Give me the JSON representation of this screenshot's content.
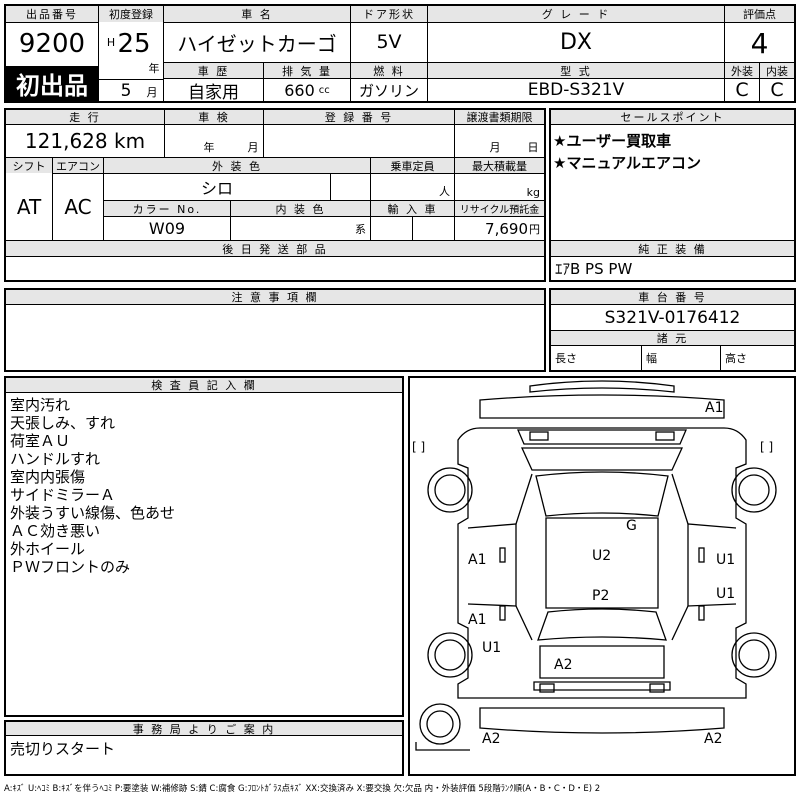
{
  "header": {
    "lot_label": "出品番号",
    "lot_number": "9200",
    "first_listing": "初出品",
    "reg_label": "初度登録",
    "era_letter": "H",
    "reg_year": "25",
    "year_unit": "年",
    "reg_month": "5",
    "month_unit": "月",
    "name_label": "車 名",
    "car_name": "ハイゼットカーゴ",
    "door_label": "ドア形状",
    "door_value": "5V",
    "grade_label": "グ レ ー ド",
    "grade_value": "DX",
    "score_label": "評価点",
    "score_value": "4",
    "history_label": "車 歴",
    "history_value": "自家用",
    "disp_label": "排 気 量",
    "disp_value": "660",
    "disp_unit": "cc",
    "fuel_label": "燃 料",
    "fuel_value": "ガソリン",
    "model_label": "型 式",
    "model_value": "EBD-S321V",
    "ext_label": "外装",
    "int_label": "内装",
    "ext_value": "C",
    "int_value": "C"
  },
  "row2": {
    "mileage_label": "走 行",
    "mileage_value": "121,628 km",
    "inspection_label": "車 検",
    "insp_year": "年",
    "insp_month": "月",
    "plate_label": "登 録 番 号",
    "transfer_label": "譲渡書類期限",
    "tr_month": "月",
    "tr_day": "日",
    "shift_label": "シフト",
    "ac_label": "エアコン",
    "shift_value": "AT",
    "ac_value": "AC",
    "color_label": "外 装 色",
    "color_value": "シロ",
    "capacity_label": "乗車定員",
    "capacity_unit": "人",
    "load_label": "最大積載量",
    "load_unit": "kg",
    "colorno_label": "カラー No.",
    "colorno_value": "W09",
    "intcolor_label": "内 装 色",
    "intcolor_unit": "系",
    "import_label": "輸 入 車",
    "recycle_label": "リサイクル預託金",
    "recycle_value": "7,690",
    "recycle_unit": "円"
  },
  "sales": {
    "label": "セールスポイント",
    "points": [
      "★ユーザー買取車",
      "★マニュアルエアコン"
    ]
  },
  "later_parts_label": "後 日 発 送 部 品",
  "equipment": {
    "label": "純 正 装 備",
    "value": "ｴｱB PS PW"
  },
  "caution_label": "注 意 事 項 欄",
  "chassis": {
    "label": "車 台 番 号",
    "value": "S321V-0176412"
  },
  "specs": {
    "label": "諸 元",
    "length": "長さ",
    "width": "幅",
    "height": "高さ"
  },
  "inspector": {
    "label": "検 査 員 記 入 欄",
    "notes": [
      "室内汚れ",
      "天張しみ、すれ",
      "荷室ＡＵ",
      "ハンドルすれ",
      "室内内張傷",
      "サイドミラーＡ",
      "外装うすい線傷、色あせ",
      "ＡＣ効き悪い",
      "外ホイール",
      "ＰＷフロントのみ"
    ]
  },
  "office": {
    "label": "事 務 局 よ り ご 案 内",
    "message": "売切りスタート"
  },
  "diagram": {
    "marks": {
      "a1_front": "A1",
      "bracket_l": "[ ]",
      "bracket_r": "[ ]",
      "g": "G",
      "a1_l1": "A1",
      "u2": "U2",
      "u1_r1": "U1",
      "p2": "P2",
      "u1_r2": "U1",
      "a1_l2": "A1",
      "u1_l": "U1",
      "a2_mid": "A2",
      "a2_bl": "A2",
      "a2_br": "A2"
    }
  },
  "legend": "A:ｷｽﾞ U:ﾍｺﾐ B:ｷｽﾞを伴うﾍｺﾐ P:要塗装 W:補修跡 S:錆 C:腐食 G:ﾌﾛﾝﾄｶﾞﾗｽ点ｷｽﾞ XX:交換済み X:要交換 欠:欠品 内・外装評価 5段階ﾗﾝｸ順(A・B・C・D・E) 2"
}
